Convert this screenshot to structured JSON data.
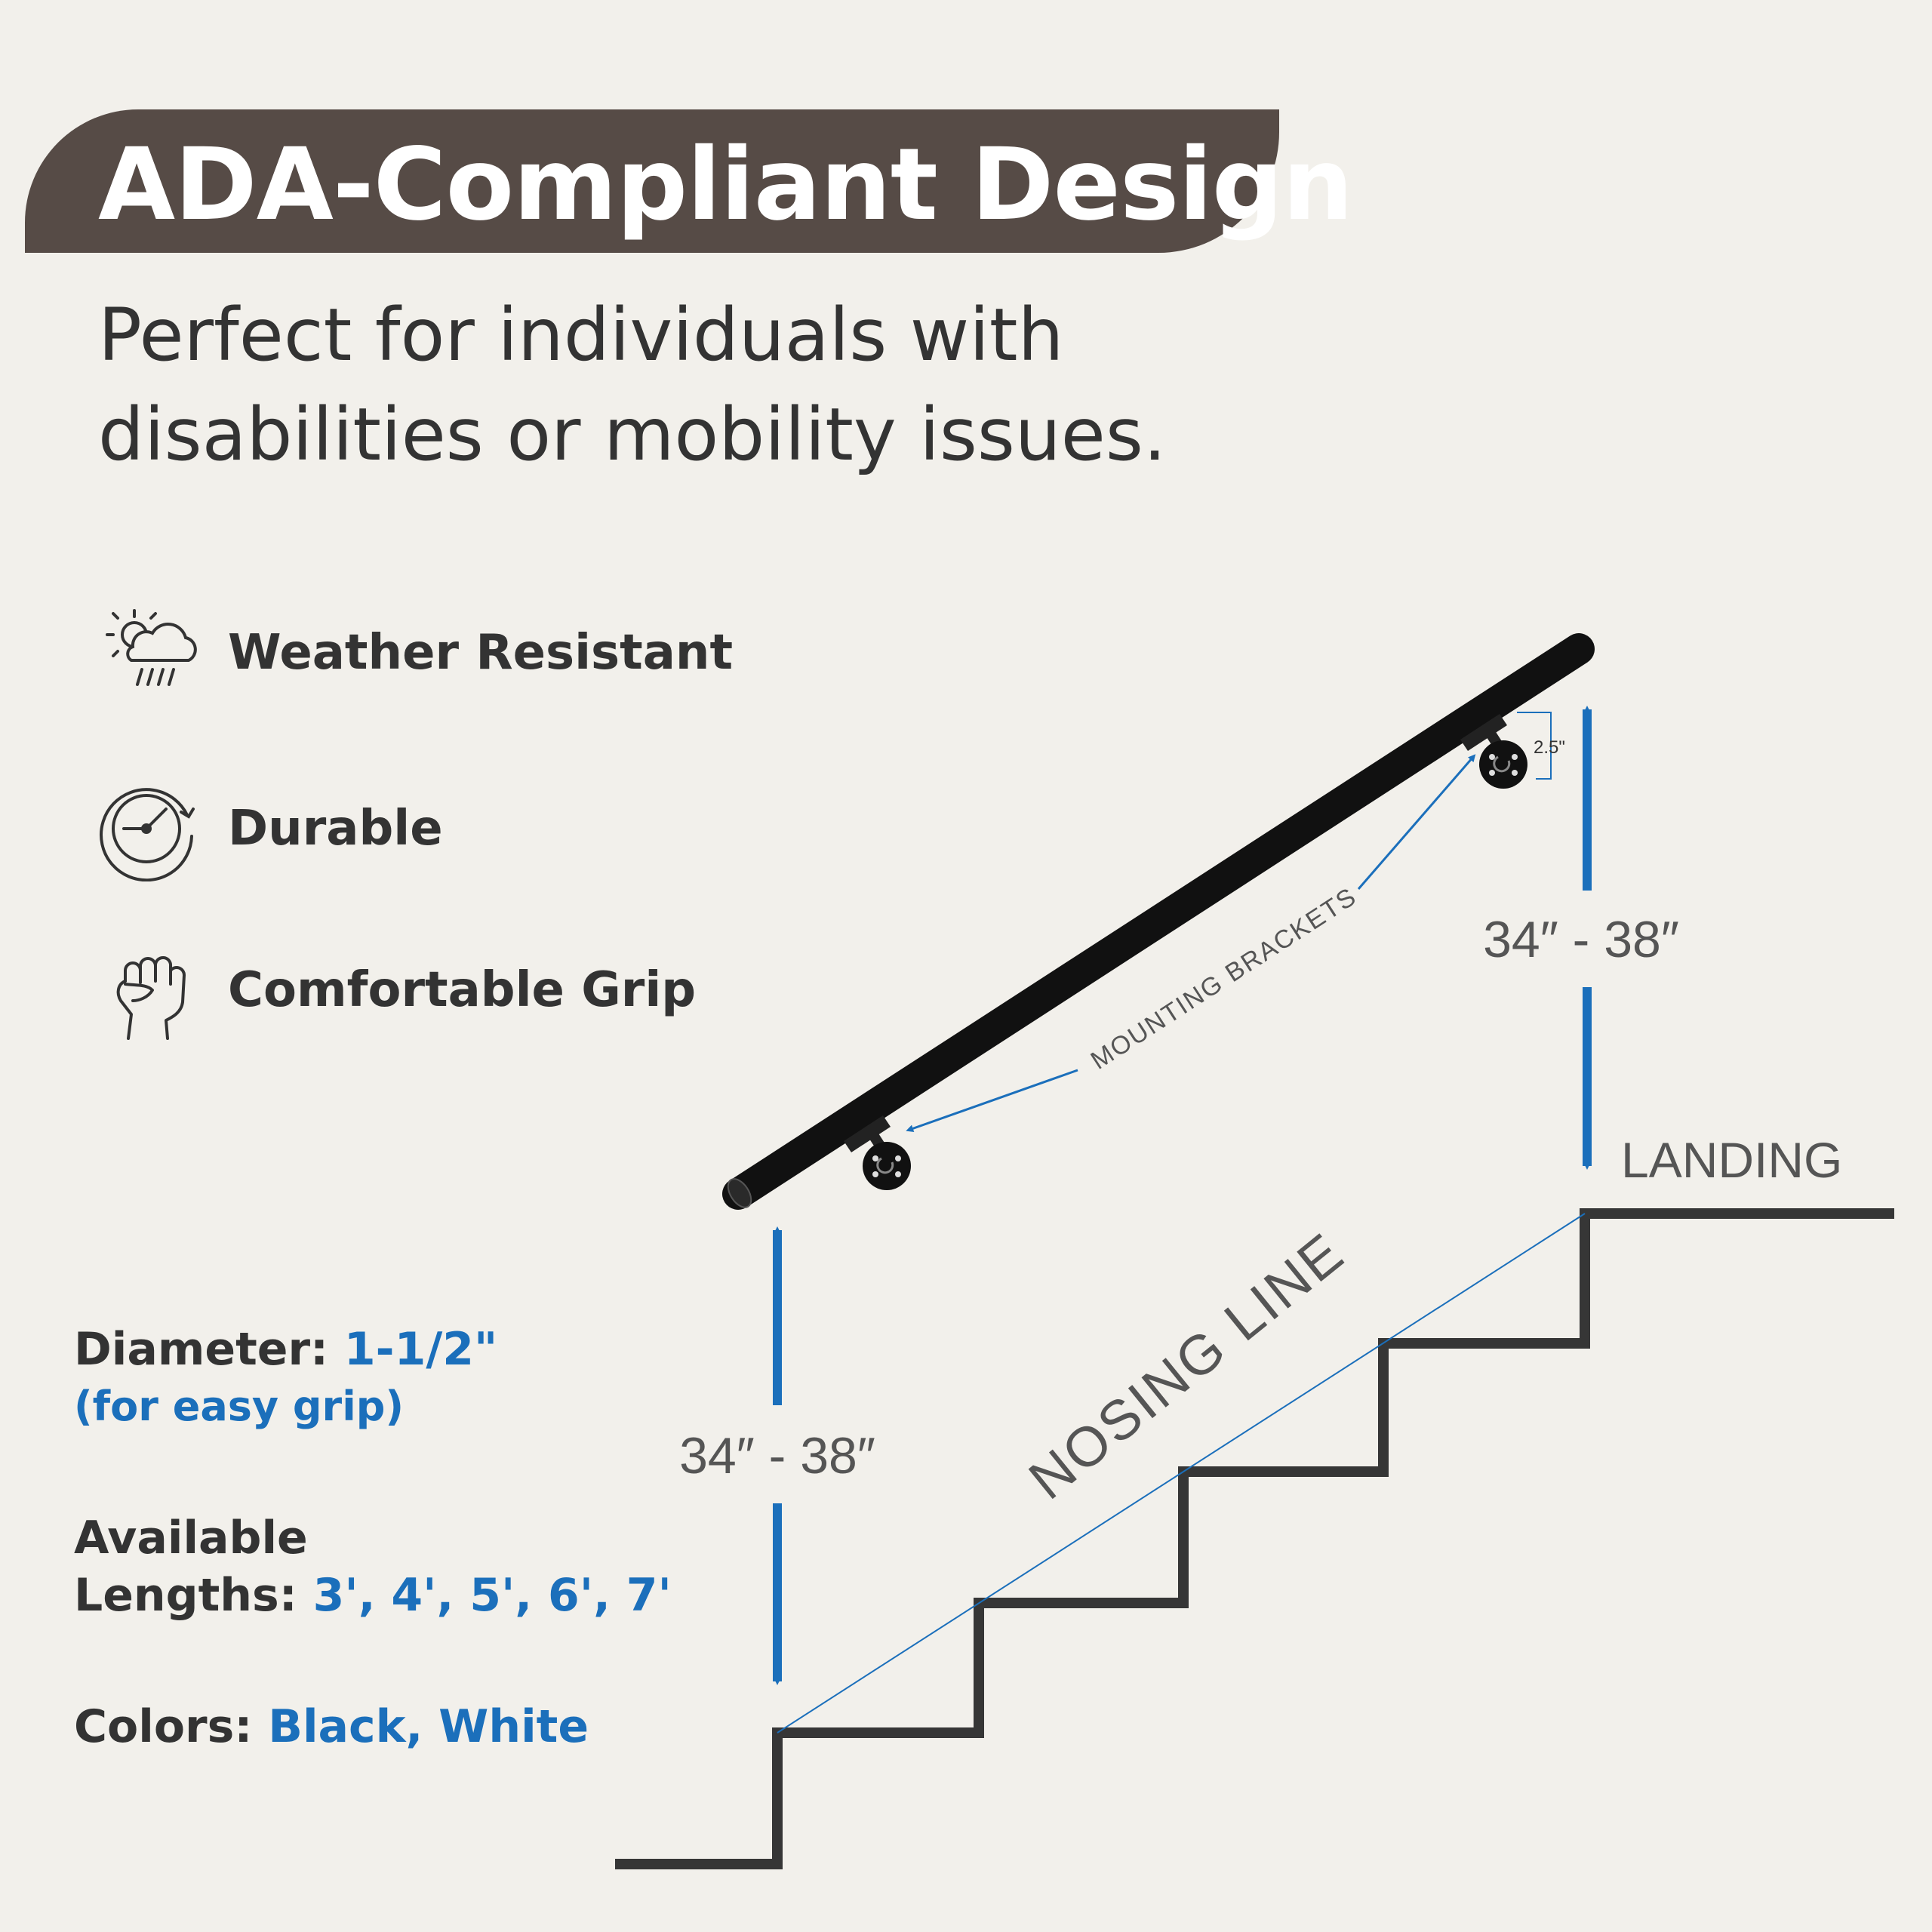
{
  "header": {
    "title": "ADA-Compliant Design",
    "subtitle_line1": "Perfect for individuals with",
    "subtitle_line2": "disabilities or mobility issues."
  },
  "features": [
    {
      "icon": "weather-icon",
      "label": "Weather Resistant"
    },
    {
      "icon": "durable-gauge-icon",
      "label": "Durable"
    },
    {
      "icon": "fist-grip-icon",
      "label": "Comfortable Grip"
    }
  ],
  "specs": {
    "diameter_label": "Diameter:",
    "diameter_value": "1-1/2\"",
    "diameter_note": "(for easy grip)",
    "lengths_label_line1": "Available",
    "lengths_label_line2": "Lengths:",
    "lengths_value": "3', 4', 5', 6', 7'",
    "colors_label": "Colors:",
    "colors_value": "Black, White"
  },
  "diagram": {
    "height_top": "34″ - 38″",
    "height_bottom": "34″ - 38″",
    "landing_label": "LANDING",
    "nosing_label": "NOSING LINE",
    "brackets_label": "MOUNTING BRACKETS",
    "bracket_offset": "2.5\""
  },
  "colors": {
    "background": "#f2f0eb",
    "banner": "#564b46",
    "accent_blue": "#1b6fbb",
    "stair_line": "#363636",
    "rail": "#111111"
  }
}
